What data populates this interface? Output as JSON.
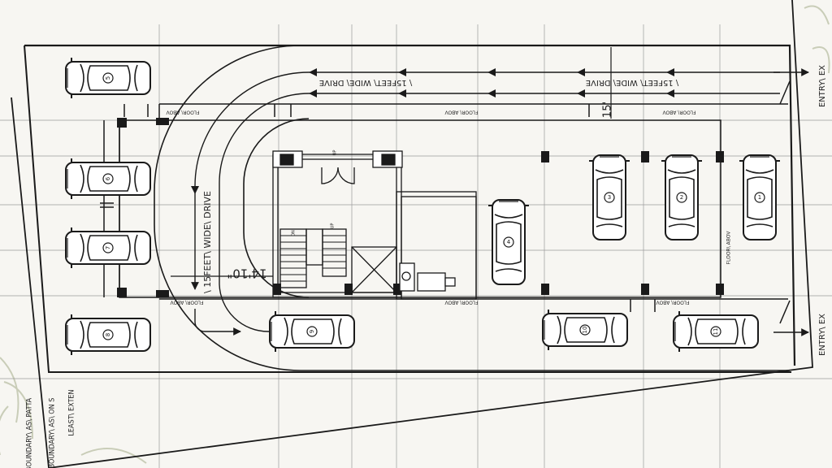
{
  "colors": {
    "line": "#1a1a1a",
    "grid": "#9a9a9a",
    "background": "#f7f6f2",
    "leaf": "#c9cdb8"
  },
  "labels": {
    "drive_top_left": "\\ 15FEET\\ WIDE\\ DRIVE",
    "drive_top_right": "\\ 15FEET\\ WIDE\\ DRIVE",
    "drive_vertical": "\\ 15FEET\\ WIDE\\ DRIVE",
    "dimension_vertical": "14'10\"",
    "dimension_top": "15'",
    "entry_top": "ENTRY\\ EX",
    "entry_bottom": "ENTRY\\ EX",
    "boundary_as_patta": "BOUNDARY\\ AS\\ PATTA",
    "boundary_as_on_site": "BOUNDARY\\ AS\\ ON S",
    "least_extent": "LEAST\\ EXTEN",
    "floor_above_1": "FLOOR\\ ABOV",
    "floor_above_2": "FLOOR\\ ABOV",
    "floor_above_3": "FLOOR\\ ABOV",
    "floor_above_4": "FLOOR\\ ABOV",
    "floor_above_5": "FLOOR\\ ABOV",
    "floor_above_6": "FLOOR\\ ABOV",
    "floor_above_7": "FLOOR\\ ABOV",
    "up_1": "UP",
    "up_2": "UP",
    "down": "DN"
  },
  "cars": [
    "1",
    "2",
    "3",
    "4",
    "5",
    "6",
    "7",
    "8",
    "9",
    "10",
    "11"
  ],
  "icons": [
    "car-icon",
    "arrow-left-icon",
    "arrow-right-icon",
    "arrow-down-icon",
    "leaf-decoration-icon"
  ]
}
